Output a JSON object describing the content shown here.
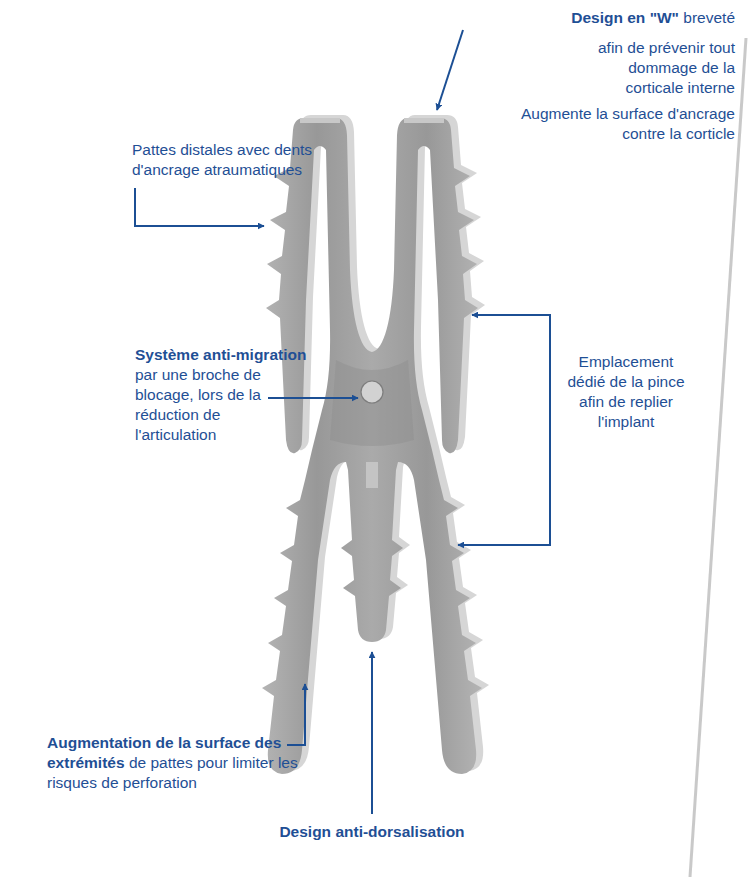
{
  "diagram": {
    "labels": [
      "Design en \"W\"",
      "breveté",
      "afin de prévenir tout dommage de la corticale interne",
      "Augmente la surface d'ancrage contre la corticle",
      "Pattes distales avec dents d'ancrage atraumatiques",
      "Système anti-migration",
      "par une broche de blocage, lors de la réduction de l'articulation",
      "Emplacement dédié de la pince afin de replier l'implant",
      "Augmentation de la surface des extrémités",
      "de pattes pour limiter les risques de perforation",
      "Design anti-dorsalisation"
    ]
  }
}
